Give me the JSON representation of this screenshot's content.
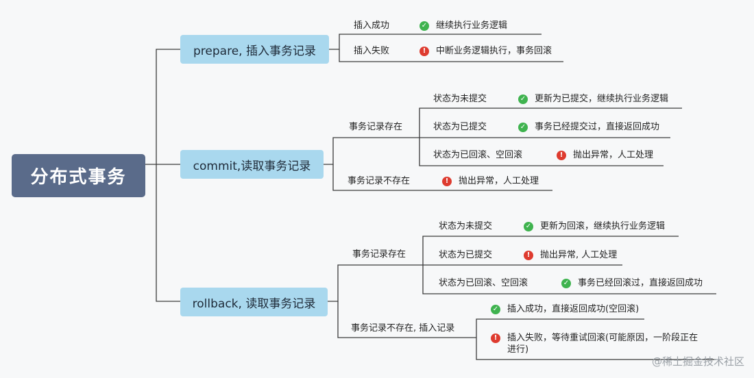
{
  "root": {
    "label": "分布式事务"
  },
  "branches": [
    {
      "label": "prepare, 插入事务记录",
      "items": [
        {
          "condition": "插入成功",
          "status": "ok",
          "result": "继续执行业务逻辑"
        },
        {
          "condition": "插入失败",
          "status": "err",
          "result": "中断业务逻辑执行，事务回滚"
        }
      ]
    },
    {
      "label": "commit,读取事务记录",
      "groups": [
        {
          "label": "事务记录存在",
          "items": [
            {
              "condition": "状态为未提交",
              "status": "ok",
              "result": "更新为已提交，继续执行业务逻辑"
            },
            {
              "condition": "状态为已提交",
              "status": "ok",
              "result": "事务已经提交过，直接返回成功"
            },
            {
              "condition": "状态为已回滚、空回滚",
              "status": "err",
              "result": "抛出异常，人工处理"
            }
          ]
        },
        {
          "label": "事务记录不存在",
          "status": "err",
          "result": "抛出异常，人工处理"
        }
      ]
    },
    {
      "label": "rollback, 读取事务记录",
      "groups": [
        {
          "label": "事务记录存在",
          "items": [
            {
              "condition": "状态为未提交",
              "status": "ok",
              "result": "更新为回滚，继续执行业务逻辑"
            },
            {
              "condition": "状态为已提交",
              "status": "err",
              "result": "抛出异常, 人工处理"
            },
            {
              "condition": "状态为已回滚、空回滚",
              "status": "ok",
              "result": "事务已经回滚过，直接返回成功"
            }
          ]
        },
        {
          "label": "事务记录不存在, 插入记录",
          "items": [
            {
              "status": "ok",
              "result": "插入成功，直接返回成功(空回滚)"
            },
            {
              "status": "err",
              "result": "插入失败，等待重试回滚(可能原因，一阶段正在",
              "result_line2": "进行)"
            }
          ]
        }
      ]
    }
  ],
  "watermark": "@稀土掘金技术社区",
  "icons": {
    "ok": "check-circle-icon",
    "err": "error-circle-icon"
  },
  "colors": {
    "root": "#5a6b8a",
    "branch": "#a9d8ee",
    "ok": "#3fb34f",
    "err": "#de3b2f",
    "line": "#3a3a3a"
  }
}
